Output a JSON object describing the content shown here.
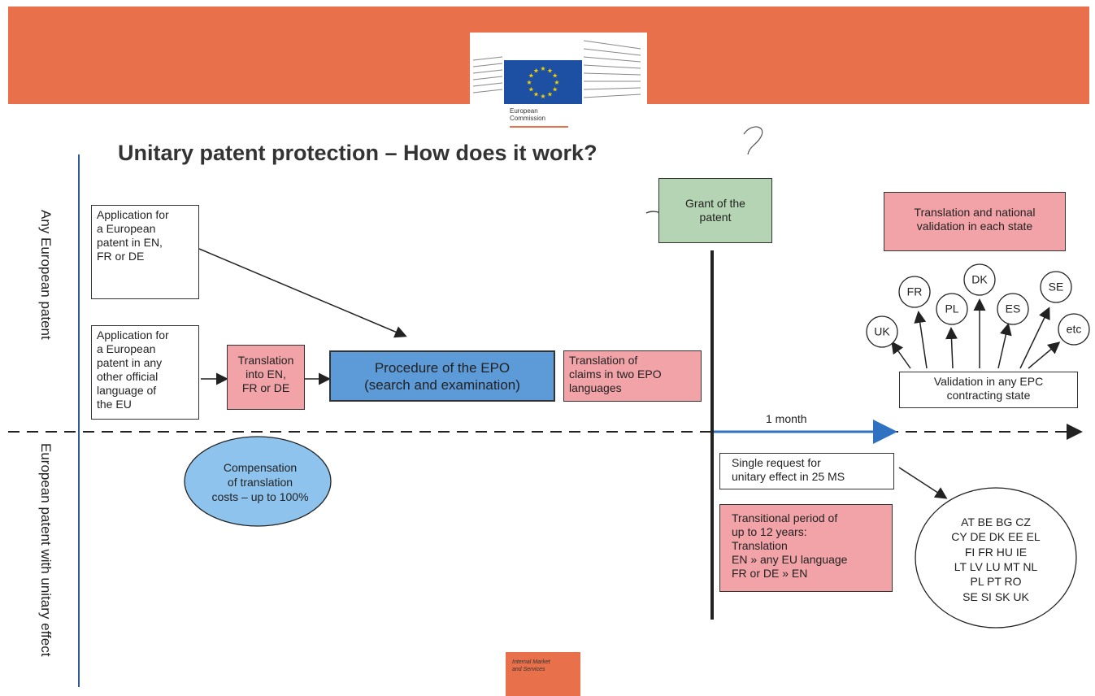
{
  "title": "Unitary patent protection – How does it work?",
  "logo": {
    "line1": "European",
    "line2": "Commission"
  },
  "side_labels": {
    "top": "Any European patent",
    "bottom": "European patent with unitary effect"
  },
  "boxes": {
    "app_en": [
      "Application for",
      "a European",
      "patent in EN,",
      "FR or DE"
    ],
    "app_other": [
      "Application for",
      "a European",
      "patent in any",
      "other official",
      "language of",
      "the EU"
    ],
    "translation_into": [
      "Translation",
      "into EN,",
      "FR or DE"
    ],
    "epo_procedure": [
      "Procedure of the EPO",
      "(search and examination)"
    ],
    "translation_claims": [
      "Translation of",
      "claims in two EPO",
      "languages"
    ],
    "grant": [
      "Grant of the",
      "patent"
    ],
    "translation_national": [
      "Translation and national",
      "validation in each state"
    ],
    "validation": [
      "Validation in any EPC",
      "contracting state"
    ],
    "single_request": [
      "Single request for",
      "unitary effect in 25 MS"
    ],
    "transitional": [
      "Transitional period of",
      "up to 12 years:",
      "Translation",
      "EN » any EU language",
      "FR or DE » EN"
    ],
    "compensation": [
      "Compensation",
      "of translation",
      "costs – up to 100%"
    ]
  },
  "states": [
    "UK",
    "FR",
    "PL",
    "DK",
    "ES",
    "SE",
    "etc"
  ],
  "ms_list": [
    "AT  BE  BG  CZ",
    "CY  DE  DK  EE  EL",
    "FI  FR  HU  IE",
    "LT  LV  LU  MT NL",
    "PL  PT  RO",
    "SE SI  SK  UK"
  ],
  "timeline_label": "1 month",
  "footer": {
    "line1": "Internal Market",
    "line2": "and Services"
  },
  "annotation_mark": "?",
  "colors": {
    "banner": "#e8704a",
    "pink_box": "#f2a3a8",
    "green_box": "#b5d4b3",
    "blue_box": "#5d9ad8",
    "ellipse": "#8ec3ee",
    "eu_blue": "#1d4fa3",
    "arrow_blue": "#2f72c2"
  }
}
